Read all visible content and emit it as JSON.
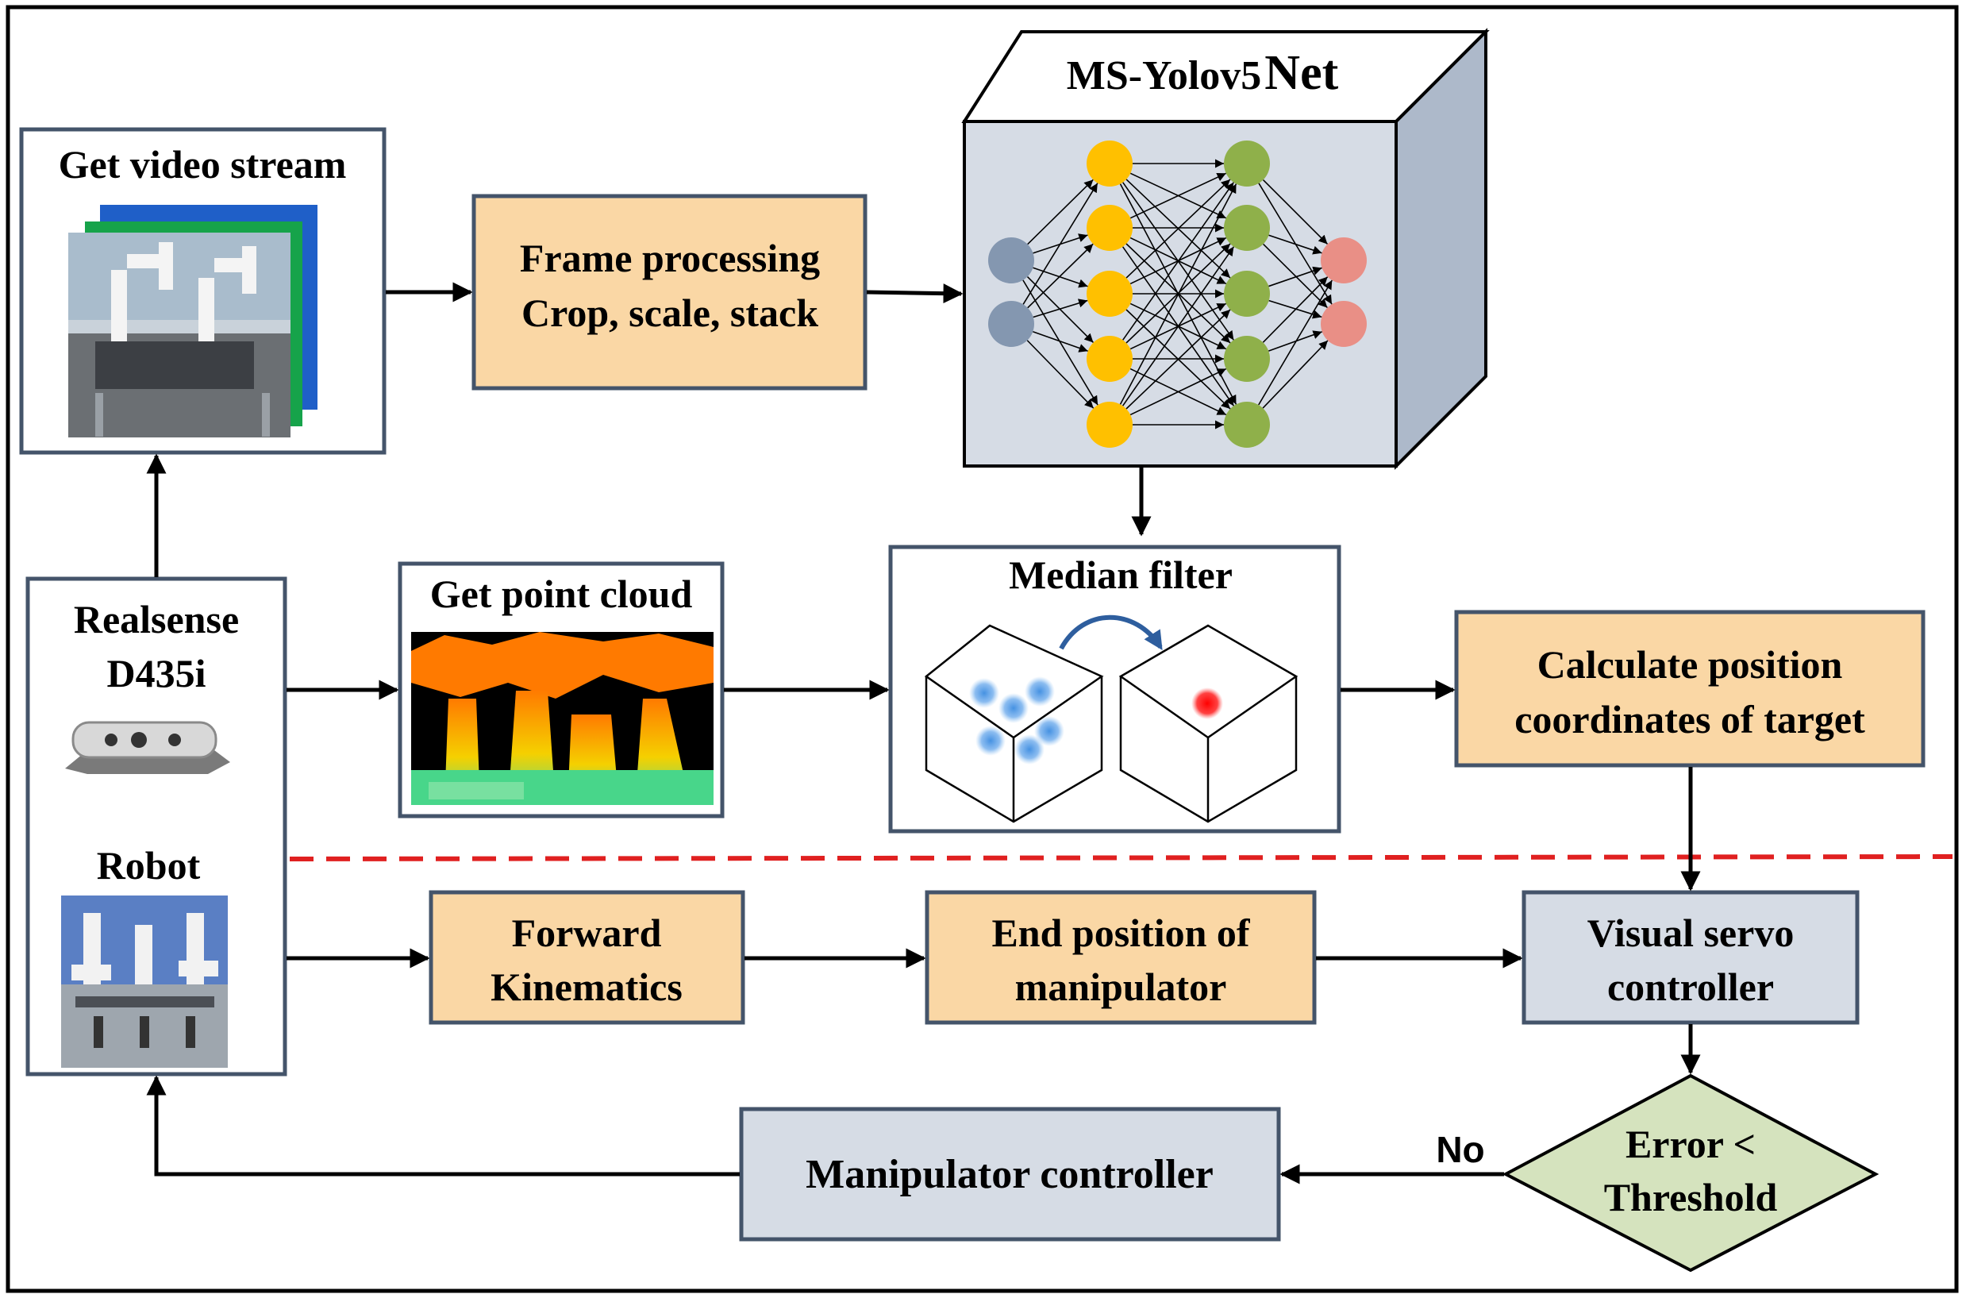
{
  "video_box": {
    "title": "Get video stream"
  },
  "frame_processing": {
    "line1": "Frame processing",
    "line2": "Crop, scale, stack"
  },
  "network": {
    "title_part1": "MS-Yolov5",
    "title_part2": "Net"
  },
  "sensor_box": {
    "realsense_line1": "Realsense",
    "realsense_line2": "D435i",
    "robot": "Robot"
  },
  "point_cloud": {
    "title": "Get point cloud"
  },
  "median_filter": {
    "title": "Median filter"
  },
  "calc_position": {
    "line1": "Calculate position",
    "line2": "coordinates of target"
  },
  "forward_kinematics": {
    "line1": "Forward",
    "line2": "Kinematics"
  },
  "end_position": {
    "line1": "End position of",
    "line2": "manipulator"
  },
  "visual_servo": {
    "line1": "Visual servo",
    "line2": "controller"
  },
  "decision": {
    "line1": "Error <",
    "line2": "Threshold",
    "no_label": "No"
  },
  "manipulator_controller": {
    "label": "Manipulator controller"
  },
  "colors": {
    "orange_box": "#fad7a5",
    "blue_box": "#d6dce5",
    "green_diamond": "#d5e3be",
    "box_border": "#44546a",
    "cube_front": "#d6dce5",
    "cube_side": "#adb9ca",
    "node_input": "#8497b0",
    "node_hidden1": "#ffc000",
    "node_hidden2": "#8fb04a",
    "node_output": "#e98f86",
    "dashed_line": "#e02020",
    "median_arc": "#2e5e9e"
  }
}
